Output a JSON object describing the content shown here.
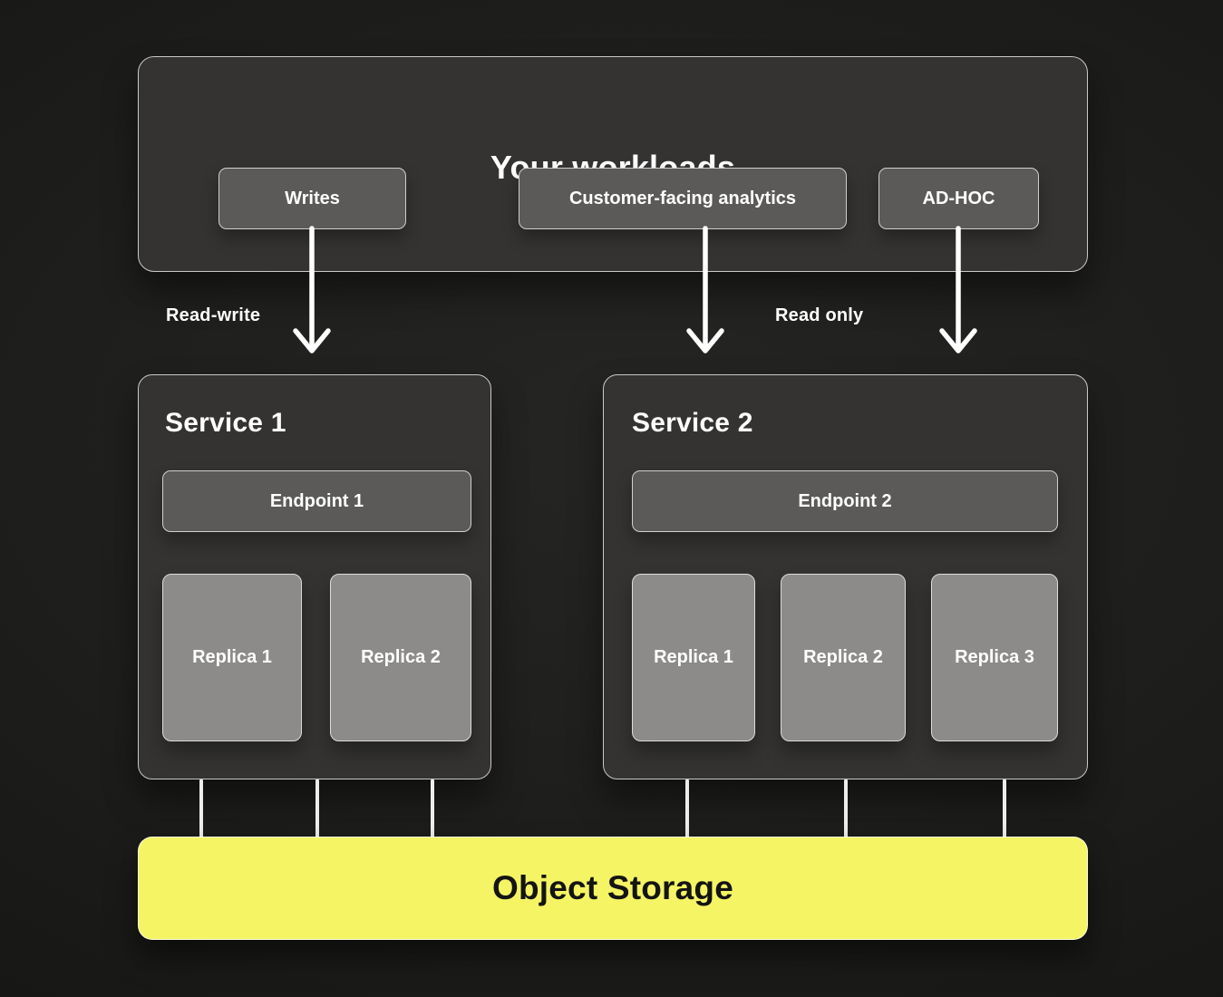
{
  "workloads": {
    "title": "Your workloads",
    "buttons": [
      {
        "label": "Writes"
      },
      {
        "label": "Customer-facing analytics"
      },
      {
        "label": "AD-HOC"
      }
    ]
  },
  "flow_labels": {
    "left": "Read-write",
    "right": "Read only"
  },
  "services": [
    {
      "title": "Service 1",
      "endpoint": "Endpoint 1",
      "replicas": [
        "Replica 1",
        "Replica 2"
      ]
    },
    {
      "title": "Service 2",
      "endpoint": "Endpoint 2",
      "replicas": [
        "Replica 1",
        "Replica 2",
        "Replica 3"
      ]
    }
  ],
  "storage": {
    "label": "Object Storage"
  },
  "colors": {
    "background_center": "#252523",
    "background_edge": "#121210",
    "panel": "#343332",
    "panel_border": "#c9c9c9",
    "button": "#5b5a59",
    "button_border": "#cfcfcf",
    "replica": "#8c8b8a",
    "replica_border": "#dcdcdc",
    "storage_yellow": "#f4f464",
    "text_light": "#ffffff",
    "text_dark": "#141414",
    "arrow": "#ffffff"
  }
}
